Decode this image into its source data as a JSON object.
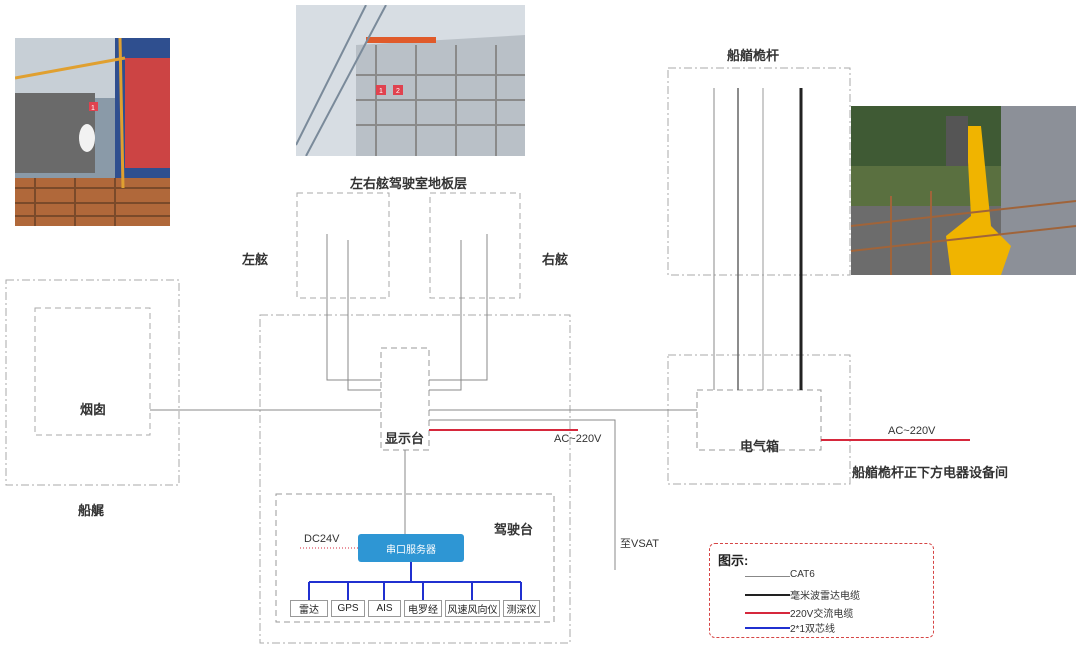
{
  "labels": {
    "chimney": "烟囱",
    "stern": "船艉",
    "bridge_floor": "左右舷驾驶室地板层",
    "port": "左舷",
    "starboard": "右舷",
    "display_console": "显示台",
    "bridge_console": "驾驶台",
    "foremast": "船艏桅杆",
    "electrical_box": "电气箱",
    "electrical_room": "船艏桅杆正下方电器设备间",
    "to_vsat": "至VSAT",
    "ac_display": "AC~220V",
    "ac_electrical": "AC~220V",
    "dc24v": "DC24V",
    "serial_server": "串口服务器"
  },
  "devices": [
    "雷达",
    "GPS",
    "AIS",
    "电罗经",
    "风速风向仪",
    "测深仪"
  ],
  "photo_markers": [
    "1",
    "1",
    "2"
  ],
  "legend": {
    "title": "图示:",
    "items": [
      {
        "label": "CAT6",
        "color": "#888888"
      },
      {
        "label": "毫米波雷达电缆",
        "color": "#222222"
      },
      {
        "label": "220V交流电缆",
        "color": "#d6283c"
      },
      {
        "label": "2*1双芯线",
        "color": "#2030d0"
      }
    ]
  },
  "colors": {
    "cat6": "#888888",
    "radar_cable": "#222222",
    "ac_cable": "#d6283c",
    "twin_core": "#2030d0",
    "serial_server": "#2e96d4",
    "dashed_box": "#aaaaaa"
  }
}
